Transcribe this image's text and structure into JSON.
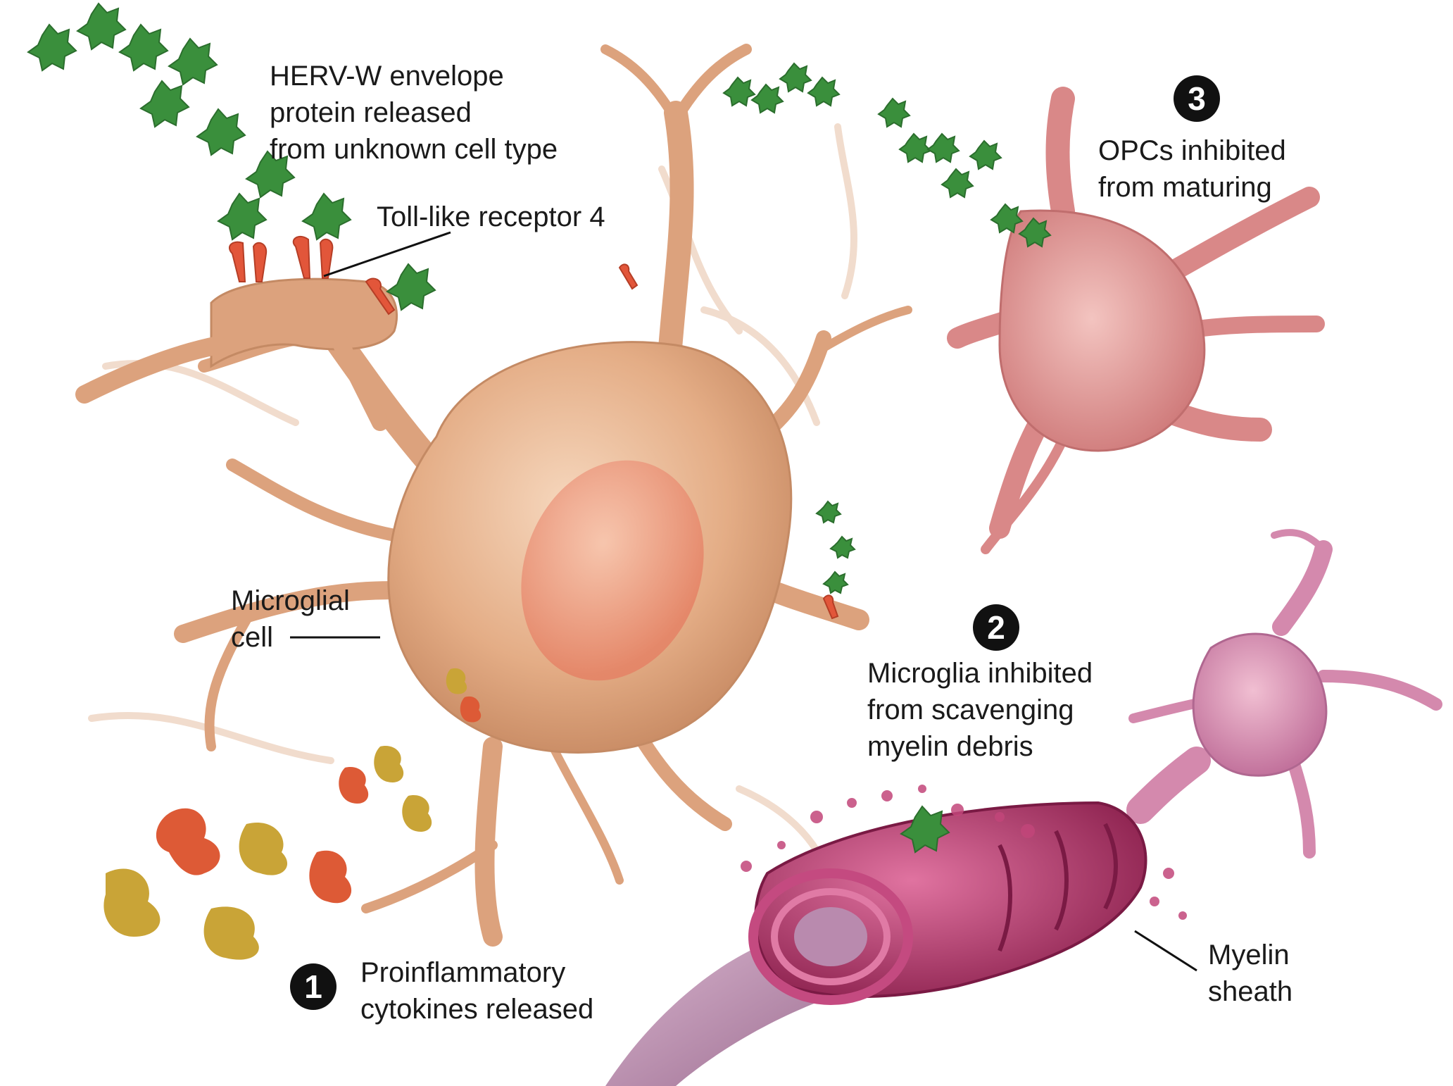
{
  "labels": {
    "herv": [
      "HERV-W envelope",
      "protein released",
      "from unknown cell type"
    ],
    "tlr4": [
      "Toll-like receptor 4"
    ],
    "microglial": [
      "Microglial",
      "cell"
    ],
    "opcs": [
      "OPCs inhibited",
      "from maturing"
    ],
    "microglia_inhibited": [
      "Microglia inhibited",
      "from scavenging",
      "myelin debris"
    ],
    "cytokines": [
      "Proinflammatory",
      "cytokines released"
    ],
    "myelin": [
      "Myelin",
      "sheath"
    ]
  },
  "step_numbers": {
    "one": "1",
    "two": "2",
    "three": "3"
  },
  "colors": {
    "microglia_body": "#e9b894",
    "microglia_shadow": "#c98e68",
    "nucleus": "#f0a28a",
    "protein_green": "#3a8f3c",
    "receptor_orange": "#e2563a",
    "cytokine_yellow": "#c9a437",
    "cytokine_orange": "#dd5a36",
    "opc_pink": "#e39a9a",
    "myelin_magenta": "#b8336a",
    "axon_purple": "#b98aae"
  }
}
